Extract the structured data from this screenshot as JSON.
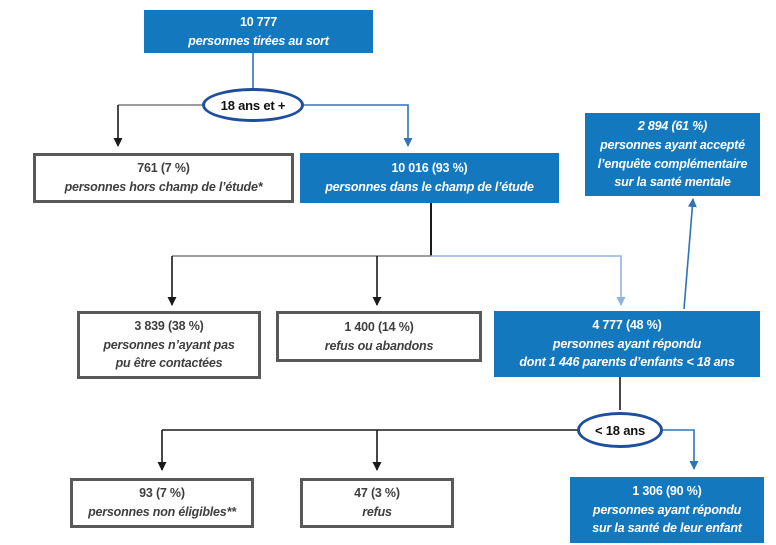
{
  "nodes": {
    "tirage": {
      "lines": [
        "10 777",
        "personnes tirées au sort"
      ]
    },
    "age18plus": {
      "label": "18 ans et +"
    },
    "hors_champ": {
      "lines": [
        "761 (7 %)",
        "personnes hors champ de l’étude*"
      ]
    },
    "dans_champ": {
      "lines": [
        "10 016 (93 %)",
        "personnes dans le champ de l’étude"
      ]
    },
    "sante_mentale": {
      "lines": [
        "2 894 (61 %)",
        "personnes ayant accepté",
        "l’enquête complémentaire",
        "sur la santé mentale"
      ]
    },
    "non_contactees": {
      "lines": [
        "3 839 (38 %)",
        "personnes n’ayant pas",
        "pu être contactées"
      ]
    },
    "refus_abandons": {
      "lines": [
        "1 400 (14 %)",
        "refus ou abandons"
      ]
    },
    "repondants": {
      "lines": [
        "4 777 (48 %)",
        "personnes ayant répondu",
        "dont 1 446 parents d’enfants < 18 ans"
      ]
    },
    "age18minus": {
      "label": "< 18 ans"
    },
    "non_eligibles": {
      "lines": [
        "93 (7 %)",
        "personnes non éligibles**"
      ]
    },
    "refus_enfants": {
      "lines": [
        "47 (3 %)",
        "refus"
      ]
    },
    "repondu_enfant": {
      "lines": [
        "1 306 (90 %)",
        "personnes ayant répondu",
        "sur la santé de leur enfant"
      ]
    }
  },
  "colors": {
    "blue_fill": "#1478BE",
    "navy": "#1E4E9E",
    "gray_border": "#595959",
    "text_dark": "#3F3F3F",
    "conn_dark": "#1a1a1a",
    "conn_gray": "#7f7f7f",
    "conn_blue": "#2E75B6",
    "conn_light": "#8FB4E0"
  }
}
